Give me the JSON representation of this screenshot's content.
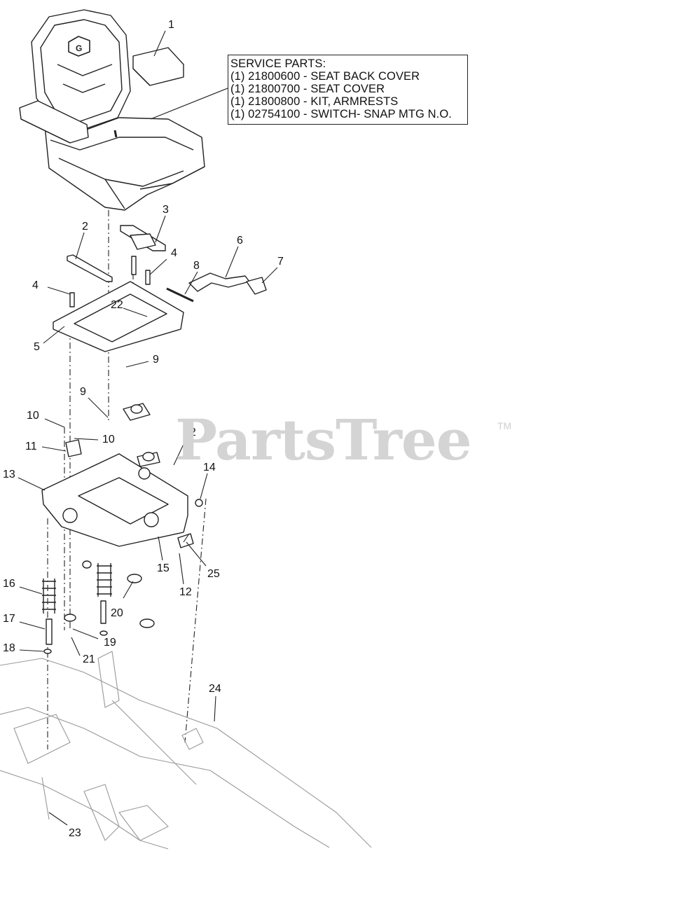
{
  "service_parts": {
    "heading": "SERVICE PARTS:",
    "lines": [
      "(1) 21800600 - SEAT BACK COVER",
      "(1) 21800700 - SEAT COVER",
      "(1) 21800800 - KIT, ARMRESTS",
      "(1) 02754100 - SWITCH- SNAP MTG N.O."
    ]
  },
  "watermark": {
    "text": "PartsTree",
    "tm": "TM"
  },
  "callouts": [
    "1",
    "2",
    "3",
    "4",
    "4",
    "5",
    "6",
    "7",
    "8",
    "9",
    "9",
    "10",
    "10",
    "11",
    "12",
    "12",
    "13",
    "14",
    "15",
    "16",
    "17",
    "18",
    "19",
    "20",
    "21",
    "22",
    "23",
    "24",
    "25"
  ]
}
